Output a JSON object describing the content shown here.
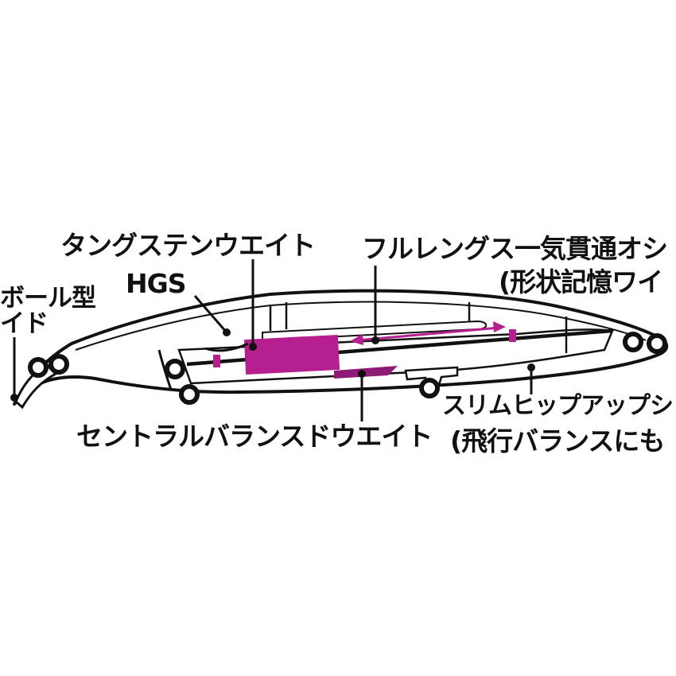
{
  "colors": {
    "outline": "#111111",
    "accent": "#b51f8f",
    "accent_dark": "#8f1a76",
    "background": "#ffffff"
  },
  "labels": {
    "tungsten_weight": "タングステンウエイト",
    "hgs": "HGS",
    "ball_guide_line1": "ボール型",
    "ball_guide_line2": "イド",
    "full_length_line1": "フルレングス一気貫通オシ",
    "full_length_line2": "(形状記憶ワイ",
    "central_balance_weight": "セントラルバランスドウエイト",
    "slim_hip_line1": "スリムヒップアップシ",
    "slim_hip_line2": "(飛行バランスにも"
  }
}
